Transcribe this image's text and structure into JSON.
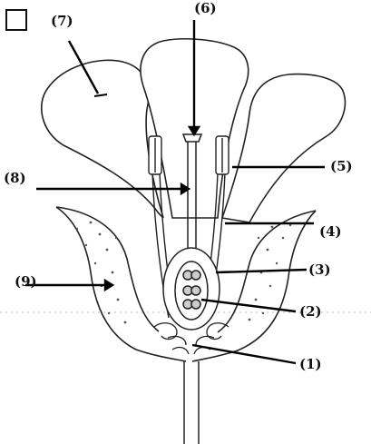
{
  "diagram": {
    "labels": [
      {
        "id": "1",
        "text": "(1)"
      },
      {
        "id": "2",
        "text": "(2)"
      },
      {
        "id": "3",
        "text": "(3)"
      },
      {
        "id": "4",
        "text": "(4)"
      },
      {
        "id": "5",
        "text": "(5)"
      },
      {
        "id": "6",
        "text": "(6)"
      },
      {
        "id": "7",
        "text": "(7)"
      },
      {
        "id": "8",
        "text": "(8)"
      },
      {
        "id": "9",
        "text": "(9)"
      }
    ]
  },
  "colors": {
    "ink": "#1a1a1a",
    "line": "#333333",
    "dots": "#555555"
  }
}
